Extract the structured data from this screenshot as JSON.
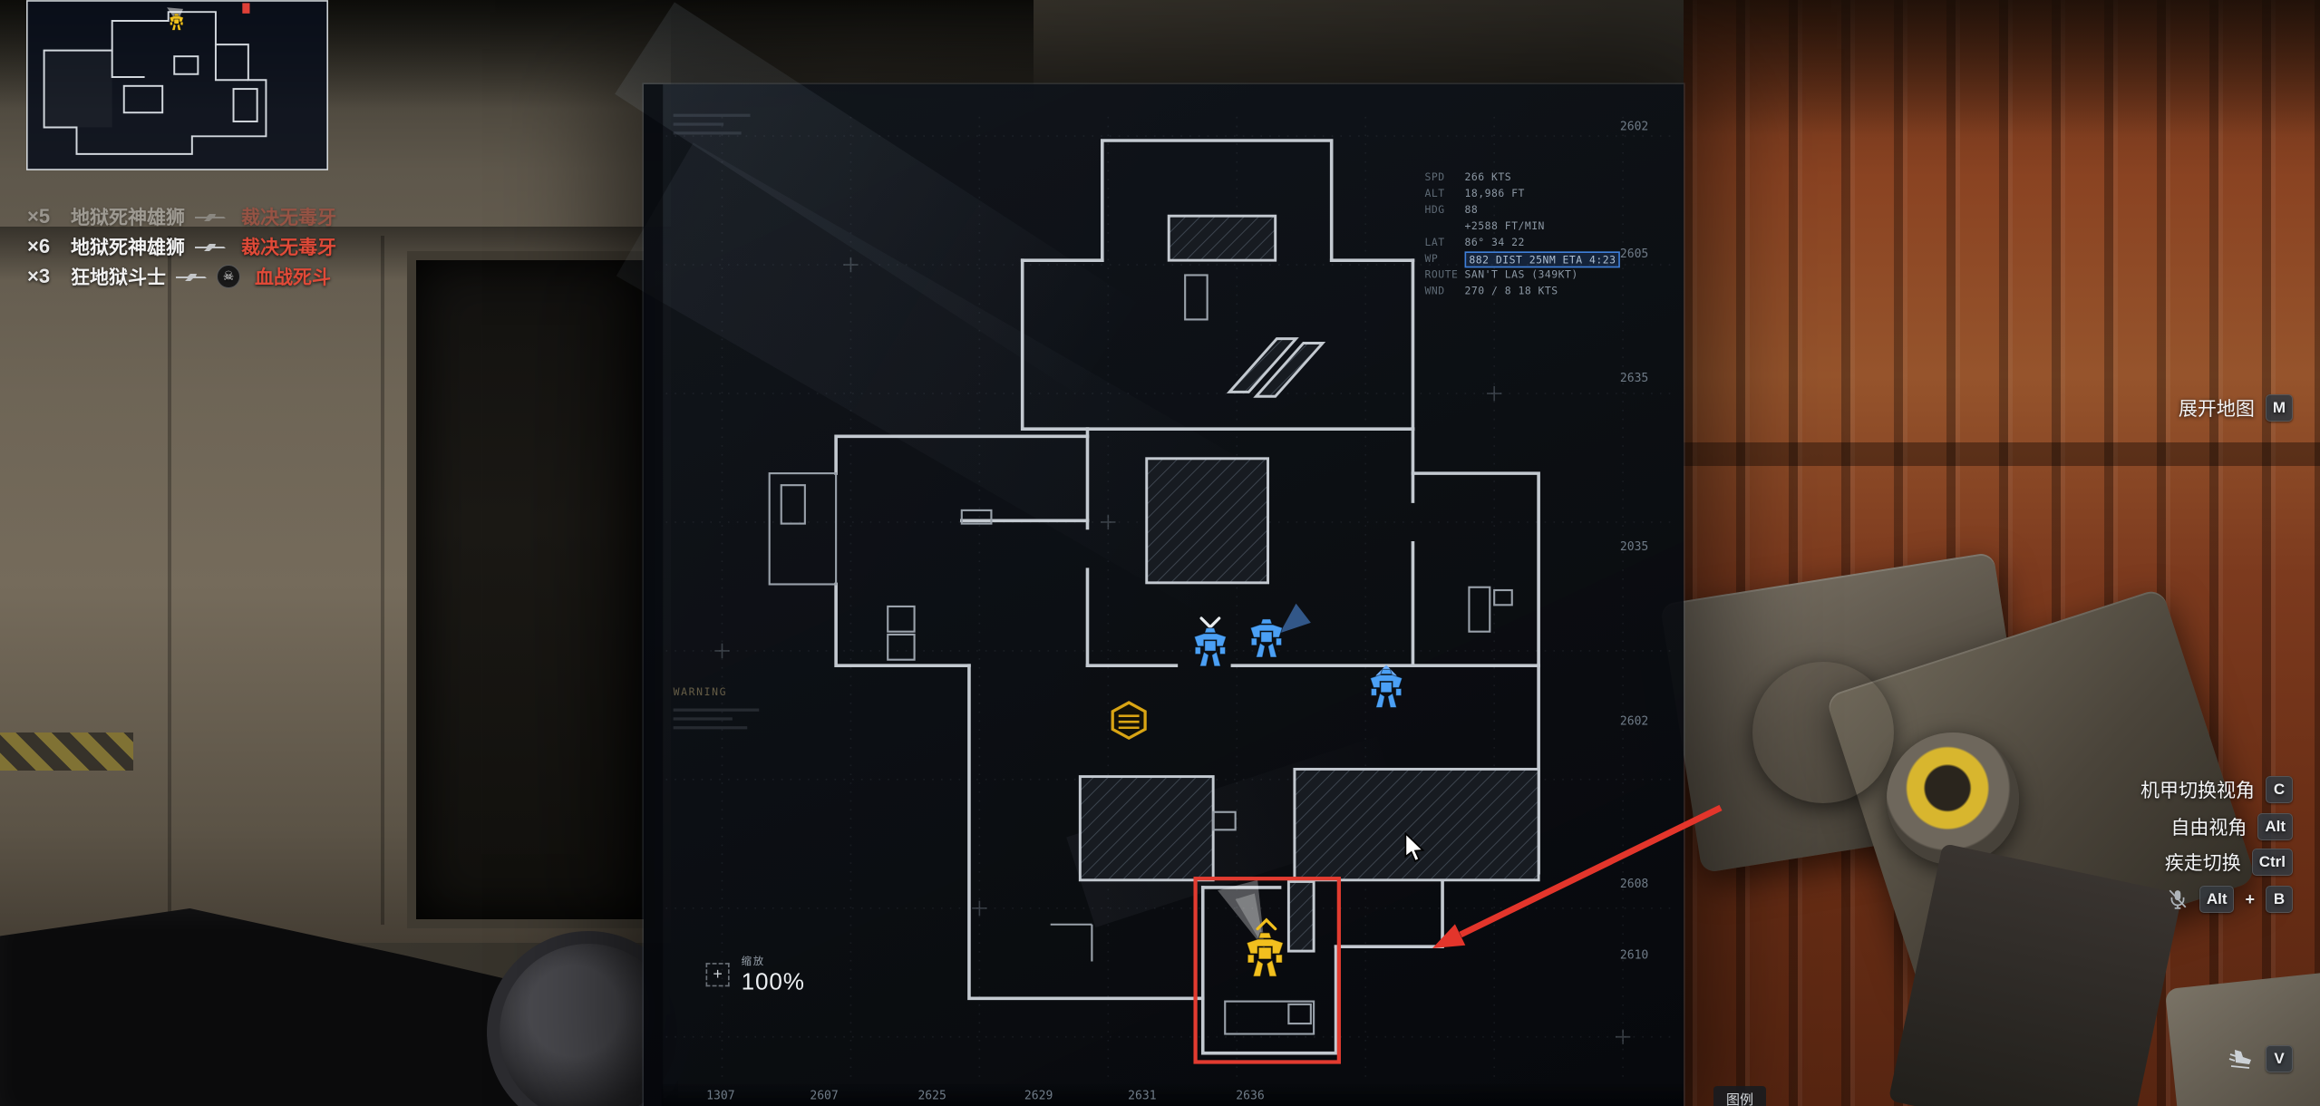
{
  "hud": {
    "killfeed": [
      {
        "count": "×5",
        "killer": "地狱死神雄狮",
        "victim": "裁决无毒牙"
      },
      {
        "count": "×6",
        "killer": "地狱死神雄狮",
        "victim": "裁决无毒牙"
      },
      {
        "count": "×3",
        "killer": "狂地狱斗士",
        "victim": "血战死斗"
      }
    ]
  },
  "keybinds": {
    "expand_map": {
      "label": "展开地图",
      "key": "M"
    },
    "mech_view": {
      "label": "机甲切换视角",
      "key": "C"
    },
    "free_look": {
      "label": "自由视角",
      "key": "Alt"
    },
    "sprint_toggle": {
      "label": "疾走切换",
      "key": "Ctrl"
    },
    "mute": {
      "key1": "Alt",
      "plus": "+",
      "key2": "B"
    },
    "skate": {
      "key": "V"
    }
  },
  "map": {
    "zoom_label": "缩放",
    "zoom_value": "100%",
    "legend": "图例",
    "warning": "WARNING",
    "flight_data": [
      {
        "k": "SPD",
        "v": "266 KTS"
      },
      {
        "k": "ALT",
        "v": "18,986 FT"
      },
      {
        "k": "HDG",
        "v": "88"
      },
      {
        "k": "",
        "v": "+2588 FT/MIN"
      },
      {
        "k": "LAT",
        "v": "86° 34 22"
      },
      {
        "k": "WP",
        "v": "882 DIST 25NM ETA 4:23"
      },
      {
        "k": "ROUTE",
        "v": "SAN'T LAS (349KT)"
      },
      {
        "k": "WND",
        "v": "270 / 8 18 KTS"
      }
    ],
    "grid_right": [
      "2602",
      "2605",
      "2635",
      "2035",
      "2602",
      "2608",
      "2610"
    ],
    "grid_bottom": [
      "1307",
      "2607",
      "2625",
      "2629",
      "2631",
      "2636"
    ],
    "units": {
      "allies": 3,
      "self": 1,
      "objectives": 1
    }
  },
  "colors": {
    "ally": "#4ba0f5",
    "self": "#f2c01e",
    "alert": "#e23b30",
    "map_line": "#c3c9d0"
  }
}
